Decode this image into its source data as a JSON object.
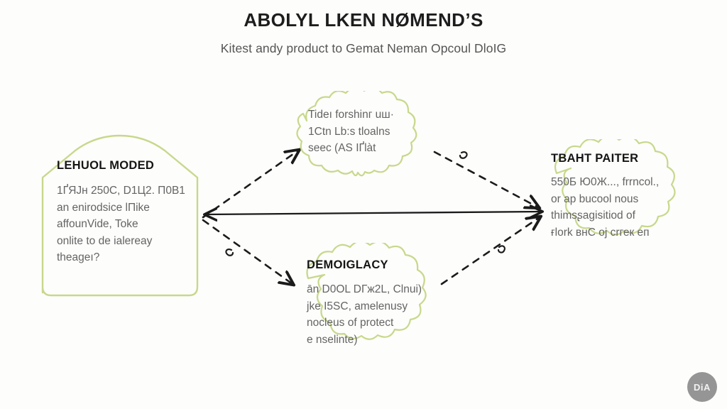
{
  "page": {
    "background_color": "#fdfdfb",
    "watermark": "DiA",
    "watermark_color": "#8d8d8d"
  },
  "header": {
    "title": "ABOLYL LKEN NØMEND’S",
    "subtitle": "Kitest andy product to Gemat Neman Opcoul DloIG"
  },
  "theme": {
    "node_outline_color": "#c7d88c",
    "connector_color": "#1b1b1b",
    "heading_color": "#151515",
    "body_text_color": "#646464",
    "title_color": "#1d1d1d",
    "subtitle_color": "#555554"
  },
  "nodes": {
    "left": {
      "shape": "pentagon-house",
      "heading": "LEHUOL MODED",
      "body_lines": [
        "1ҐЯJн 250C, D1Ц2. П0В1",
        "an enirodsice lПike",
        "affounVide, Toke",
        "onlite to de ialereay",
        "theageı?"
      ]
    },
    "top": {
      "shape": "cloud",
      "heading": "",
      "body_lines": [
        "Tideı forshinг uш·",
        "1Ctn Lb:s tloalns",
        "seec (AS IҐlàt"
      ]
    },
    "bottom": {
      "shape": "cloud",
      "heading": "DEMOIGLACY",
      "body_lines": [
        "ān D0OL DГж2L, Clnui)",
        "јke I5SC, amеlenusy",
        "nocleus of protect",
        "e nselinte)"
      ]
    },
    "right": {
      "shape": "cloud",
      "heading": "TBAHT PAITER",
      "body_lines": [
        "550Б Ю0Ж..., frrncol.,",
        "or ap bucool nous",
        "thimsʂagisitiod of",
        "ғlork внC oј crгек eп"
      ]
    }
  },
  "connectors": [
    {
      "name": "left-to-right-solid",
      "style": "solid",
      "from": "left-node",
      "to": "right-node",
      "arrow": "both"
    },
    {
      "name": "left-to-top-dashed",
      "style": "dashed",
      "from": "left-node",
      "to": "top-cloud",
      "arrow": "end"
    },
    {
      "name": "left-to-bottom-dashed",
      "style": "dashed",
      "from": "left-node",
      "to": "bottom-cloud",
      "arrow": "end"
    },
    {
      "name": "top-to-right-dashed",
      "style": "dashed",
      "from": "top-cloud",
      "to": "right-node",
      "arrow": "end"
    },
    {
      "name": "bottom-to-right-dashed",
      "style": "dashed",
      "from": "bottom-cloud",
      "to": "right-node",
      "arrow": "end"
    }
  ]
}
